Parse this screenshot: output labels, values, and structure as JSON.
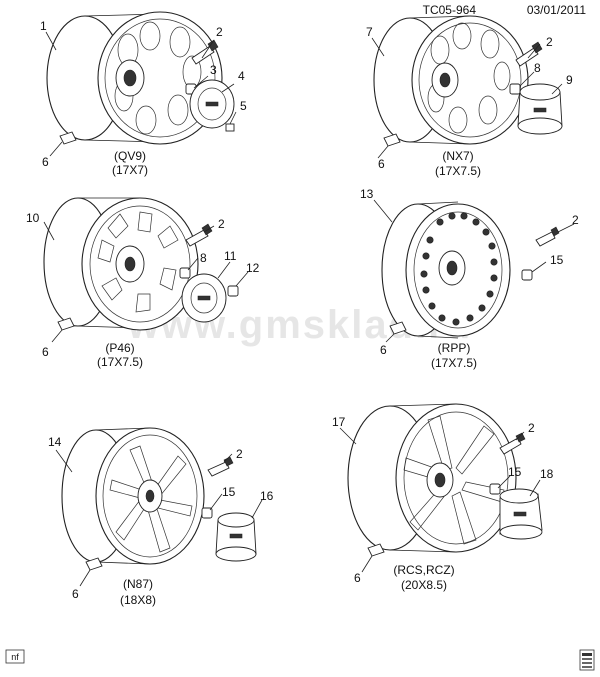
{
  "header": {
    "drawing_number": "TC05-964",
    "date": "03/01/2011"
  },
  "watermark": "www.gmsklad.ru",
  "footer": {
    "nf_tag": "nf"
  },
  "panels": [
    {
      "option": "(QV9)",
      "size": "(17X7)",
      "callouts": {
        "wheel": "1",
        "stem": "2",
        "nut": "3",
        "cap": "4",
        "bolt": "5",
        "valve": "6"
      }
    },
    {
      "option": "(NX7)",
      "size": "(17X7.5)",
      "callouts": {
        "wheel": "7",
        "stem": "2",
        "nut": "8",
        "cap": "9",
        "valve": "6"
      }
    },
    {
      "option": "(P46)",
      "size": "(17X7.5)",
      "callouts": {
        "wheel": "10",
        "stem": "2",
        "nut": "8",
        "cap": "11",
        "bolt": "12",
        "valve": "6"
      }
    },
    {
      "option": "(RPP)",
      "size": "(17X7.5)",
      "callouts": {
        "wheel": "13",
        "stem": "2",
        "nut": "15",
        "valve": "6"
      }
    },
    {
      "option": "(N87)",
      "size": "(18X8)",
      "callouts": {
        "wheel": "14",
        "stem": "2",
        "nut": "15",
        "cap": "16",
        "valve": "6"
      }
    },
    {
      "option": "(RCS,RCZ)",
      "size": "(20X8.5)",
      "callouts": {
        "wheel": "17",
        "stem": "2",
        "nut": "15",
        "cap": "18",
        "valve": "6"
      }
    }
  ]
}
